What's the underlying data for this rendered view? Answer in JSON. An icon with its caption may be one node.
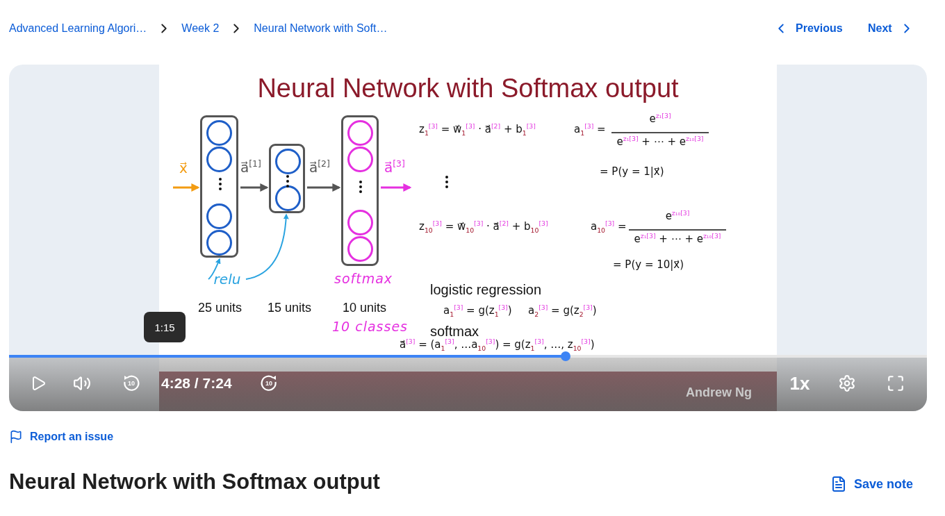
{
  "diagram": {
    "title": "Neural Network with Softmax output",
    "nodes": [
      {
        "text": [],
        "shape": "box"
      },
      {
        "text": [],
        "shape": "box"
      },
      {
        "text": [],
        "shape": "box",
        "beside": [
          "softmax"
        ]
      },
      {
        "text": [
          "relu"
        ]
      }
    ],
    "edges": [
      {
        "from": null,
        "to": 0,
        "arrow": "to",
        "label": "x⃗",
        "color": "#f39c12"
      },
      {
        "from": 0,
        "to": 1,
        "arrow": "to",
        "label": "a⃗$^{[1]}$"
      },
      {
        "from": 1,
        "to": 2,
        "arrow": "to",
        "label": "a⃗$^{[2]}$"
      },
      {
        "from": 2,
        "to": null,
        "arrow": "to",
        "label": "a⃗$^{[3]}$",
        "color": "#e530e0"
      },
      {
        "from": 3,
        "to": 0,
        "arrow": "to",
        "color": "#29a3e0"
      },
      {
        "from": 3,
        "to": 1,
        "arrow": "to",
        "color": "#29a3e0"
      }
    ],
    "labels": [
      "Advanced Learning Algori…",
      "Week 2",
      "Neural Network with Soft…",
      "Previous",
      "Next",
      "z$_{1}$$^{[3]}$ = w⃗$_{1}$$^{[3]}$ · a⃗$^{[2]}$ + b$_{1}$$^{[3]}$",
      "a$_{1}$$^{[3]}$ =",
      "e$^{z₁[3]}$",
      "e$^{z₁[3]}$ + ⋯ + e$^{z₁₀[3]}$",
      "= P(y = 1|x⃗)",
      "z$_{10}$$^{[3]}$ = w⃗$_{10}$$^{[3]}$ · a⃗$^{[2]}$ + b$_{10}$$^{[3]}$",
      "a$_{10}$$^{[3]}$ =",
      "e$^{z₁₀[3]}$",
      "e$^{z₁[3]}$ + ⋯ + e$^{z₁₀[3]}$",
      "= P(y = 10|x⃗)",
      "logistic regression",
      "a$_{1}$$^{[3]}$ = g(z$_{1}$$^{[3]}$)",
      "a$_{2}$$^{[3]}$ = g(z$_{2}$$^{[3]}$)",
      "softmax",
      "a⃗$^{[3]}$ = (a$_{1}$$^{[3]}$, …a$_{10}$$^{[3]}$) = g(z$_{1}$$^{[3]}$, …, z$_{10}$$^{[3]}$)",
      "1:15",
      "4:28 / 7:24",
      "10",
      "10",
      "Andrew Ng",
      "1x",
      "Report an issue",
      "Neural Network with Softmax output",
      "Save note",
      "25 units",
      "15 units",
      "10 units",
      "10 classes"
    ]
  }
}
